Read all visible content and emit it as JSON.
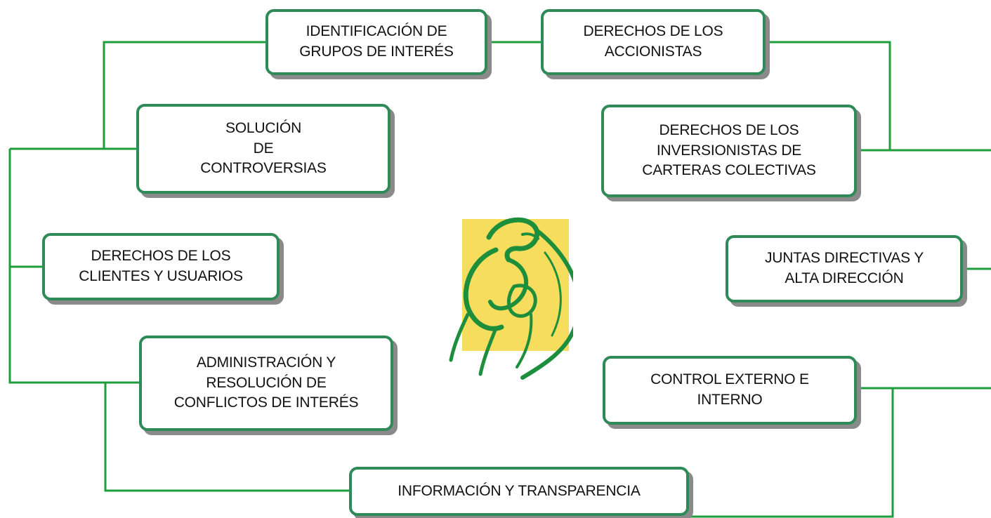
{
  "colors": {
    "line": "#1e9e3a",
    "box_border": "#2e8b57",
    "shadow": "#8a8a8a",
    "logo_bg": "#f7dd5e",
    "logo_stroke": "#1d8f3c"
  },
  "logo": {
    "icon": "mother-and-child-logo"
  },
  "boxes": {
    "identificacion": "IDENTIFICACIÓN DE\nGRUPOS DE INTERÉS",
    "accionistas": "DERECHOS DE LOS\nACCIONISTAS",
    "solucion": "SOLUCIÓN\nDE\nCONTROVERSIAS",
    "inversionistas": "DERECHOS DE LOS\nINVERSIONISTAS DE\nCARTERAS COLECTIVAS",
    "clientes": "DERECHOS DE LOS\nCLIENTES Y USUARIOS",
    "juntas": "JUNTAS DIRECTIVAS Y\nALTA DIRECCIÓN",
    "administracion": "ADMINISTRACIÓN Y\nRESOLUCIÓN DE\nCONFLICTOS DE INTERÉS",
    "control": "CONTROL EXTERNO E\nINTERNO",
    "informacion": "INFORMACIÓN Y TRANSPARENCIA"
  }
}
